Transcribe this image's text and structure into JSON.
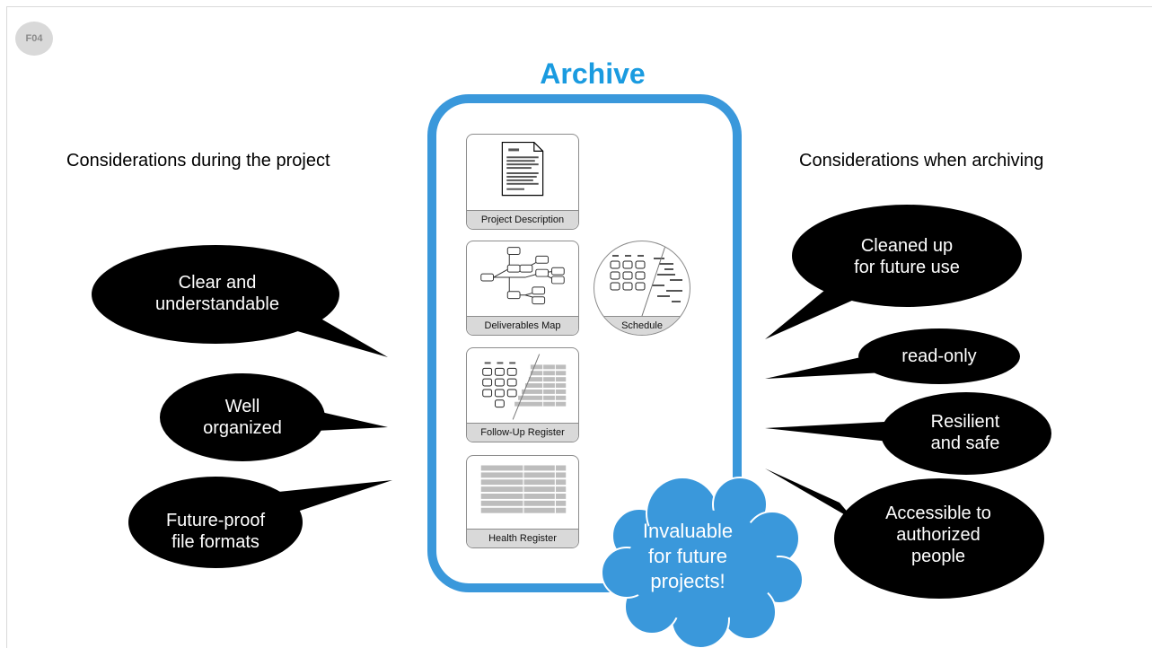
{
  "page_badge": "F04",
  "title": "Archive",
  "left_heading": "Considerations during the project",
  "right_heading": "Considerations when archiving",
  "documents": {
    "project_description": "Project Description",
    "deliverables_map": "Deliverables Map",
    "schedule": "Schedule",
    "follow_up_register": "Follow-Up Register",
    "health_register": "Health Register"
  },
  "left_bubbles": [
    {
      "line1": "Clear and",
      "line2": "understandable"
    },
    {
      "line1": "Well",
      "line2": "organized"
    },
    {
      "line1": "Future-proof",
      "line2": "file formats"
    }
  ],
  "right_bubbles": [
    {
      "line1": "Cleaned up",
      "line2": "for future use"
    },
    {
      "line1": "read-only",
      "line2": ""
    },
    {
      "line1": "Resilient",
      "line2": "and safe"
    },
    {
      "line1": "Accessible to",
      "line2": "authorized",
      "line3": "people"
    }
  ],
  "cloud": {
    "line1": "Invaluable",
    "line2": "for future",
    "line3": "projects!"
  },
  "colors": {
    "accent": "#3a98db",
    "title": "#1a9be0",
    "bubble": "#000000"
  }
}
